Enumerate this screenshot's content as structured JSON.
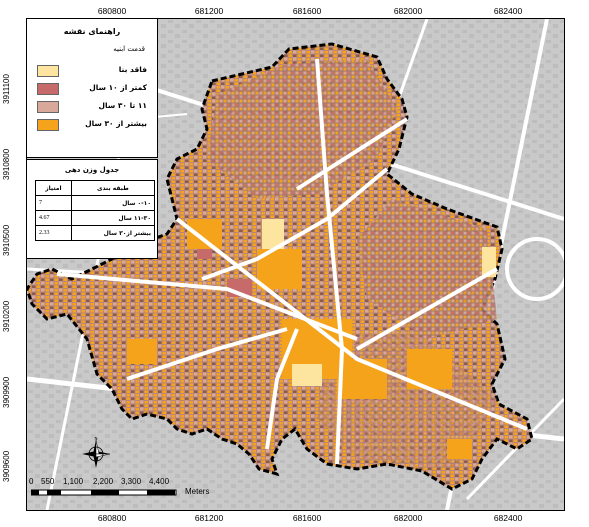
{
  "axes": {
    "x_ticks": [
      "680800",
      "681200",
      "681600",
      "682000",
      "682400"
    ],
    "y_ticks": [
      "3911100",
      "3910800",
      "3910500",
      "3910200",
      "3909900",
      "3909600"
    ]
  },
  "legend": {
    "title": "راهنمای نقشه",
    "subtitle": "قدمت ابنیه",
    "items": [
      {
        "label": "فاقد بنا",
        "color": "#fde5a0"
      },
      {
        "label": "کمتر از ۱۰ سال",
        "color": "#c76a6a"
      },
      {
        "label": "۱۱ تا ۳۰ سال",
        "color": "#d8a89a"
      },
      {
        "label": "بیشتر از ۳۰ سال",
        "color": "#f5a31a"
      }
    ]
  },
  "weights_table": {
    "title": "جدول وزن دهی",
    "headers": [
      "طبقه بندی",
      "امتیاز"
    ],
    "rows": [
      {
        "class": "۰-۱۰ سال",
        "score": "7"
      },
      {
        "class": "۱۱-۳۰ سال",
        "score": "4.67"
      },
      {
        "class": "بیشتر از۳۰ سال",
        "score": "2.33"
      }
    ]
  },
  "scalebar": {
    "labels": [
      "0",
      "550",
      "1,100",
      "2,200",
      "3,300",
      "4,400"
    ],
    "unit": "Meters"
  },
  "north_arrow": {
    "n": "N",
    "s": "S",
    "e": "E",
    "w": "W"
  },
  "colors": {
    "basemap": "#d6d6d6",
    "road": "#ffffff",
    "study_area_boundary": "#000000"
  }
}
